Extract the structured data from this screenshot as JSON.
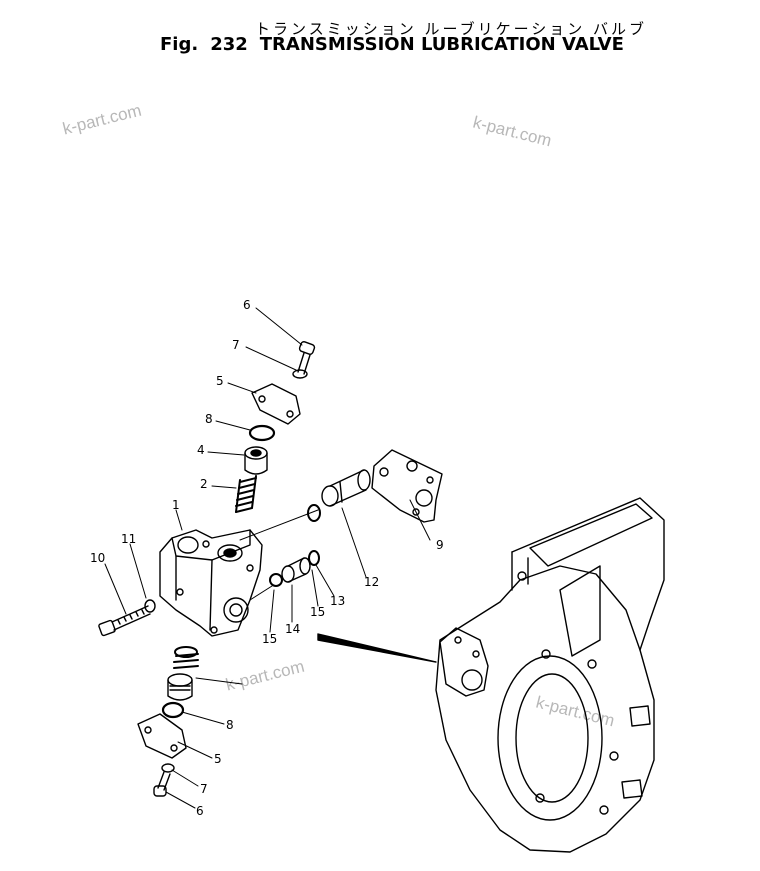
{
  "title_jp": "トランスミッション ルーブリケーション バルブ",
  "fig_label": "Fig.",
  "fig_number": "232",
  "title_en": "TRANSMISSION LUBRICATION VALVE",
  "watermark": "k-part.com",
  "callouts": {
    "c1": "1",
    "c2": "2",
    "c4": "4",
    "c5a": "5",
    "c5b": "5",
    "c6a": "6",
    "c6b": "6",
    "c7a": "7",
    "c7b": "7",
    "c8a": "8",
    "c8b": "8",
    "c9": "9",
    "c10": "10",
    "c11": "11",
    "c12": "12",
    "c13": "13",
    "c14": "14",
    "c15a": "15",
    "c15b": "15"
  }
}
